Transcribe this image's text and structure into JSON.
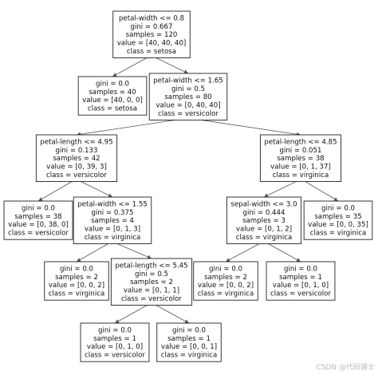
{
  "tree": {
    "nodes": [
      {
        "id": "n0",
        "lines": [
          "petal-width <= 0.8",
          "gini = 0.667",
          "samples = 120",
          "value = [40, 40, 40]",
          "class = setosa"
        ]
      },
      {
        "id": "n1",
        "lines": [
          "gini = 0.0",
          "samples = 40",
          "value = [40, 0, 0]",
          "class = setosa"
        ]
      },
      {
        "id": "n2",
        "lines": [
          "petal-width <= 1.65",
          "gini = 0.5",
          "samples = 80",
          "value = [0, 40, 40]",
          "class = versicolor"
        ]
      },
      {
        "id": "n3",
        "lines": [
          "petal-length <= 4.95",
          "gini = 0.133",
          "samples = 42",
          "value = [0, 39, 3]",
          "class = versicolor"
        ]
      },
      {
        "id": "n4",
        "lines": [
          "petal-length <= 4.85",
          "gini = 0.051",
          "samples = 38",
          "value = [0, 1, 37]",
          "class = virginica"
        ]
      },
      {
        "id": "n5",
        "lines": [
          "gini = 0.0",
          "samples = 38",
          "value = [0, 38, 0]",
          "class = versicolor"
        ]
      },
      {
        "id": "n6",
        "lines": [
          "petal-width <= 1.55",
          "gini = 0.375",
          "samples = 4",
          "value = [0, 1, 3]",
          "class = virginica"
        ]
      },
      {
        "id": "n7",
        "lines": [
          "sepal-width <= 3.0",
          "gini = 0.444",
          "samples = 3",
          "value = [0, 1, 2]",
          "class = virginica"
        ]
      },
      {
        "id": "n8",
        "lines": [
          "gini = 0.0",
          "samples = 35",
          "value = [0, 0, 35]",
          "class = virginica"
        ]
      },
      {
        "id": "n9",
        "lines": [
          "gini = 0.0",
          "samples = 2",
          "value = [0, 0, 2]",
          "class = virginica"
        ]
      },
      {
        "id": "n10",
        "lines": [
          "petal-length <= 5.45",
          "gini = 0.5",
          "samples = 2",
          "value = [0, 1, 1]",
          "class = versicolor"
        ]
      },
      {
        "id": "n11",
        "lines": [
          "gini = 0.0",
          "samples = 2",
          "value = [0, 0, 2]",
          "class = virginica"
        ]
      },
      {
        "id": "n12",
        "lines": [
          "gini = 0.0",
          "samples = 1",
          "value = [0, 1, 0]",
          "class = versicolor"
        ]
      },
      {
        "id": "n13",
        "lines": [
          "gini = 0.0",
          "samples = 1",
          "value = [0, 1, 0]",
          "class = versicolor"
        ]
      },
      {
        "id": "n14",
        "lines": [
          "gini = 0.0",
          "samples = 1",
          "value = [0, 0, 1]",
          "class = virginica"
        ]
      }
    ],
    "edges": [
      [
        "n0",
        "n1"
      ],
      [
        "n0",
        "n2"
      ],
      [
        "n2",
        "n3"
      ],
      [
        "n2",
        "n4"
      ],
      [
        "n3",
        "n5"
      ],
      [
        "n3",
        "n6"
      ],
      [
        "n4",
        "n7"
      ],
      [
        "n4",
        "n8"
      ],
      [
        "n6",
        "n9"
      ],
      [
        "n6",
        "n10"
      ],
      [
        "n7",
        "n11"
      ],
      [
        "n7",
        "n12"
      ],
      [
        "n10",
        "n13"
      ],
      [
        "n10",
        "n14"
      ]
    ]
  },
  "watermark": "CSDN @代码骑士"
}
